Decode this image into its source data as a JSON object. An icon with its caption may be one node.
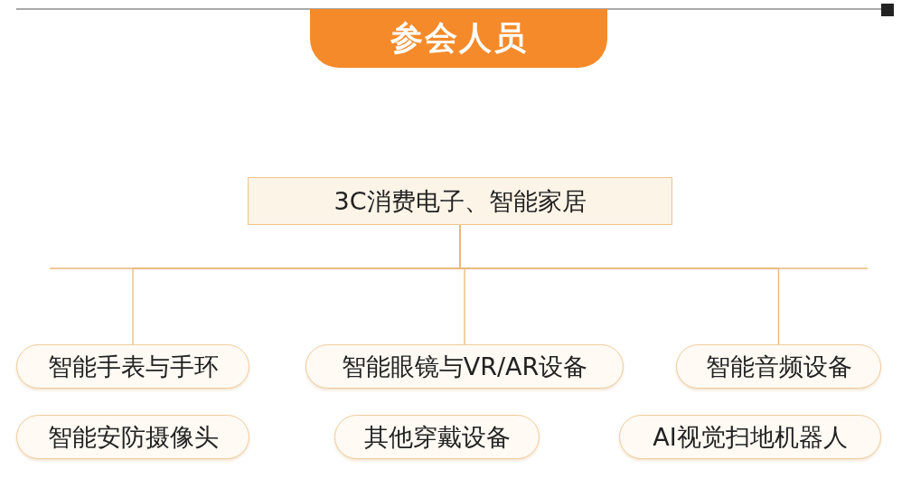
{
  "diagram": {
    "title": "参会人员",
    "nodes": [
      {
        "text": [
          "3C消费电子、智能家居"
        ]
      },
      {
        "text": [
          "智能手表与手环"
        ]
      },
      {
        "text": [
          "智能眼镜与VR/AR设备"
        ]
      },
      {
        "text": [
          "智能音频设备"
        ]
      },
      {
        "text": [
          "智能安防摄像头"
        ]
      },
      {
        "text": [
          "其他穿戴设备"
        ]
      },
      {
        "text": [
          "AI视觉扫地机器人"
        ]
      }
    ],
    "edges": [
      {
        "from": 0,
        "to": 1,
        "arrow": "none"
      },
      {
        "from": 0,
        "to": 2,
        "arrow": "none"
      },
      {
        "from": 0,
        "to": 3,
        "arrow": "none"
      }
    ]
  }
}
